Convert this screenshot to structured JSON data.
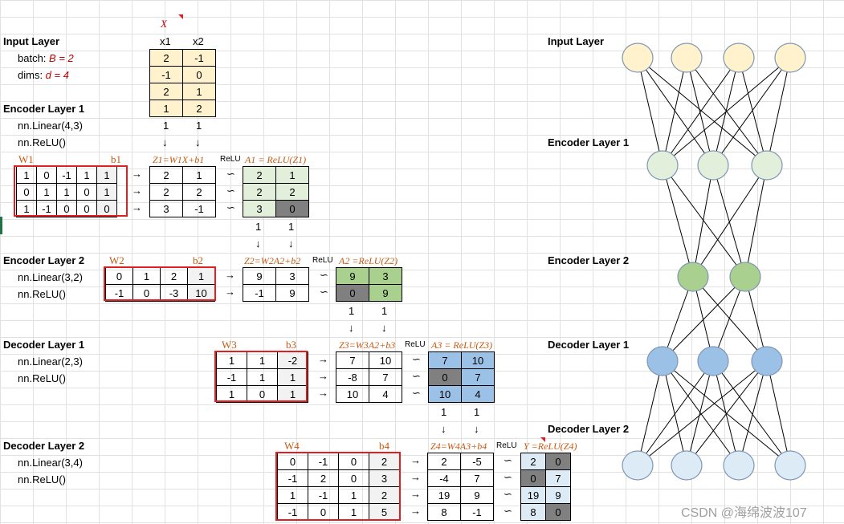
{
  "x_title": "X",
  "col_headers": [
    "x1",
    "x2"
  ],
  "labels": {
    "input_layer": "Input Layer",
    "batch_prefix": "batch: ",
    "batch_val": "B = 2",
    "dims_prefix": "dims: ",
    "dims_val": "d = 4",
    "enc1": "Encoder Layer 1",
    "enc1_linear": "nn.Linear(4,3)",
    "enc1_relu": "nn.ReLU()",
    "enc2": "Encoder Layer 2",
    "enc2_linear": "nn.Linear(3,2)",
    "enc2_relu": "nn.ReLU()",
    "dec1": "Decoder Layer 1",
    "dec1_linear": "nn.Linear(2,3)",
    "dec1_relu": "nn.ReLU()",
    "dec2": "Decoder Layer 2",
    "dec2_linear": "nn.Linear(3,4)",
    "dec2_relu": "nn.ReLU()",
    "relu": "ReLU",
    "arrow_right": "→",
    "arrow_down": "↓",
    "approx": "∽",
    "watermark": "CSDN @海绵波波107"
  },
  "headers": {
    "W1": "W1",
    "b1": "b1",
    "Z1": "Z1=W1X+b1",
    "A1": "A1 = ReLU(Z1)",
    "W2": "W2",
    "b2": "b2",
    "Z2": "Z2=W2A2+b2",
    "A2": "A2 =ReLU(Z2)",
    "W3": "W3",
    "b3": "b3",
    "Z3": "Z3=W3A2+b3",
    "A3": "A3 = ReLU(Z3)",
    "W4": "W4",
    "b4": "b4",
    "Z4": "Z4=W4A3+b4",
    "Y": "Y =ReLU(Z4)"
  },
  "X": [
    [
      "2",
      "-1"
    ],
    [
      "-1",
      "0"
    ],
    [
      "2",
      "1"
    ],
    [
      "1",
      "2"
    ]
  ],
  "ones": [
    "1",
    "1"
  ],
  "W1": [
    [
      "1",
      "0",
      "-1",
      "1",
      "1"
    ],
    [
      "0",
      "1",
      "1",
      "0",
      "1"
    ],
    [
      "1",
      "-1",
      "0",
      "0",
      "0"
    ]
  ],
  "Z1": [
    [
      "2",
      "1"
    ],
    [
      "2",
      "2"
    ],
    [
      "3",
      "-1"
    ]
  ],
  "A1": [
    [
      "2",
      "1"
    ],
    [
      "2",
      "2"
    ],
    [
      "3",
      "0"
    ]
  ],
  "W2": [
    [
      "0",
      "1",
      "2",
      "1"
    ],
    [
      "-1",
      "0",
      "-3",
      "10"
    ]
  ],
  "Z2": [
    [
      "9",
      "3"
    ],
    [
      "-1",
      "9"
    ]
  ],
  "A2": [
    [
      "9",
      "3"
    ],
    [
      "0",
      "9"
    ]
  ],
  "W3": [
    [
      "1",
      "1",
      "-2"
    ],
    [
      "-1",
      "1",
      "1"
    ],
    [
      "1",
      "0",
      "1"
    ]
  ],
  "Z3": [
    [
      "7",
      "10"
    ],
    [
      "-8",
      "7"
    ],
    [
      "10",
      "4"
    ]
  ],
  "A3": [
    [
      "7",
      "10"
    ],
    [
      "0",
      "7"
    ],
    [
      "10",
      "4"
    ]
  ],
  "W4": [
    [
      "0",
      "-1",
      "0",
      "2"
    ],
    [
      "-1",
      "2",
      "0",
      "3"
    ],
    [
      "1",
      "-1",
      "1",
      "2"
    ],
    [
      "-1",
      "0",
      "1",
      "5"
    ]
  ],
  "Z4": [
    [
      "2",
      "-5"
    ],
    [
      "-4",
      "7"
    ],
    [
      "19",
      "9"
    ],
    [
      "8",
      "-1"
    ]
  ],
  "Y": [
    [
      "2",
      "0"
    ],
    [
      "0",
      "7"
    ],
    [
      "19",
      "9"
    ],
    [
      "8",
      "0"
    ]
  ],
  "network": {
    "labels": [
      "Input Layer",
      "Encoder Layer 1",
      "Encoder Layer 2",
      "Decoder Layer 1",
      "Decoder Layer 2"
    ],
    "layer_sizes": [
      4,
      3,
      2,
      3,
      4
    ],
    "colors": [
      "#fff2cc",
      "#e2efda",
      "#a9d08e",
      "#9bc2e6",
      "#ddebf7"
    ]
  }
}
